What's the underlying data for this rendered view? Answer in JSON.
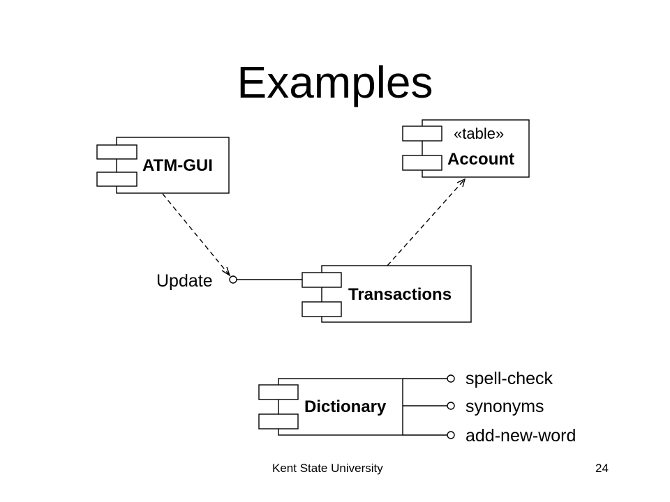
{
  "slide": {
    "title": "Examples",
    "footer_left": "Kent State University",
    "page_number": "24"
  },
  "components": {
    "atm_gui": {
      "name": "ATM-GUI"
    },
    "account": {
      "stereotype": "«table»",
      "name": "Account"
    },
    "transactions": {
      "name": "Transactions"
    },
    "dictionary": {
      "name": "Dictionary"
    }
  },
  "interfaces": {
    "update": "Update",
    "spell_check": "spell-check",
    "synonyms": "synonyms",
    "add_new_word": "add-new-word"
  }
}
